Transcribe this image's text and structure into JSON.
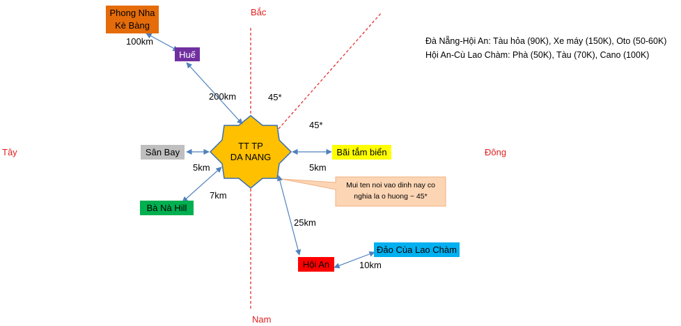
{
  "directions": {
    "north": "Bắc",
    "south": "Nam",
    "west": "Tây",
    "east": "Đông",
    "color": "#e02020"
  },
  "center": {
    "line1": "TT TP",
    "line2": "DA NANG",
    "fill": "#ffc000",
    "stroke": "#3a6fb0"
  },
  "places": {
    "phong_nha": {
      "line1": "Phong Nha",
      "line2": "Kè Bàng",
      "fill": "#e46c0a"
    },
    "hue": {
      "label": "Huế",
      "fill": "#7030a0",
      "text_color": "#ffffff"
    },
    "san_bay": {
      "label": "Sân Bay",
      "fill": "#bfbfbf"
    },
    "ba_na": {
      "label": "Bà Nà Hill",
      "fill": "#00b050"
    },
    "bai_tam": {
      "label": "Bãi tắm biển",
      "fill": "#ffff00"
    },
    "hoi_an": {
      "label": "Hội An",
      "fill": "#ff0000"
    },
    "cu_lao_cham": {
      "label": "Đảo Cùa Lao Chàm",
      "fill": "#00b0f0"
    }
  },
  "distances": {
    "phong_nha_hue": "100km",
    "hue_center": "200km",
    "san_bay": "5km",
    "bai_tam": "5km",
    "ba_na": "7km",
    "hoi_an": "25km",
    "cu_lao_cham": "10km"
  },
  "angles": {
    "a1": "45*",
    "a2": "45*"
  },
  "callout": {
    "line1": "Mui ten noi vao dinh nay co",
    "line2": "nghia la o huong ~ 45*",
    "fill": "#fcd5b4"
  },
  "notes": {
    "line1": "Đà Nẵng-Hội An: Tàu hỏa (90K), Xe máy (150K), Oto (50-60K)",
    "line2": "Hội An-Cù Lao Chàm: Phà (50K), Tàu (70K), Cano (100K)"
  },
  "arrow_color": "#4f81bd"
}
